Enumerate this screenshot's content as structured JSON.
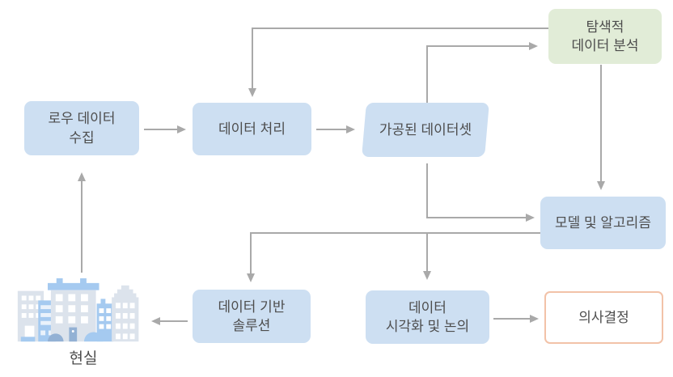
{
  "colors": {
    "node_blue": "#cddff2",
    "node_green": "#e1ecd7",
    "decision_border": "#f2c2a8",
    "decision_bg": "#ffffff",
    "arrow": "#a9a9a9",
    "text": "#4d4d4d",
    "building_gray": "#dce3ec",
    "building_blue": "#a5caf0",
    "building_blue_dark": "#93b1d4"
  },
  "nodes": {
    "raw_data": {
      "line1": "로우 데이터",
      "line2": "수집"
    },
    "processing": {
      "label": "데이터 처리"
    },
    "dataset": {
      "label": "가공된 데이터셋"
    },
    "eda": {
      "line1": "탐색적",
      "line2": "데이터 분석"
    },
    "model": {
      "label": "모델 및 알고리즘"
    },
    "solution": {
      "line1": "데이터 기반",
      "line2": "솔루션"
    },
    "visualization": {
      "line1": "데이터",
      "line2": "시각화 및 논의"
    },
    "decision": {
      "label": "의사결정"
    },
    "reality": {
      "label": "현실"
    }
  },
  "icons": {
    "city": "city-buildings-illustration"
  },
  "edges": [
    {
      "from": "raw_data",
      "to": "processing"
    },
    {
      "from": "processing",
      "to": "dataset"
    },
    {
      "from": "dataset",
      "to": "eda"
    },
    {
      "from": "eda",
      "to": "processing"
    },
    {
      "from": "eda",
      "to": "model"
    },
    {
      "from": "dataset",
      "to": "model"
    },
    {
      "from": "model",
      "to": "solution"
    },
    {
      "from": "model",
      "to": "visualization"
    },
    {
      "from": "visualization",
      "to": "decision"
    },
    {
      "from": "solution",
      "to": "reality"
    },
    {
      "from": "reality",
      "to": "raw_data"
    }
  ]
}
